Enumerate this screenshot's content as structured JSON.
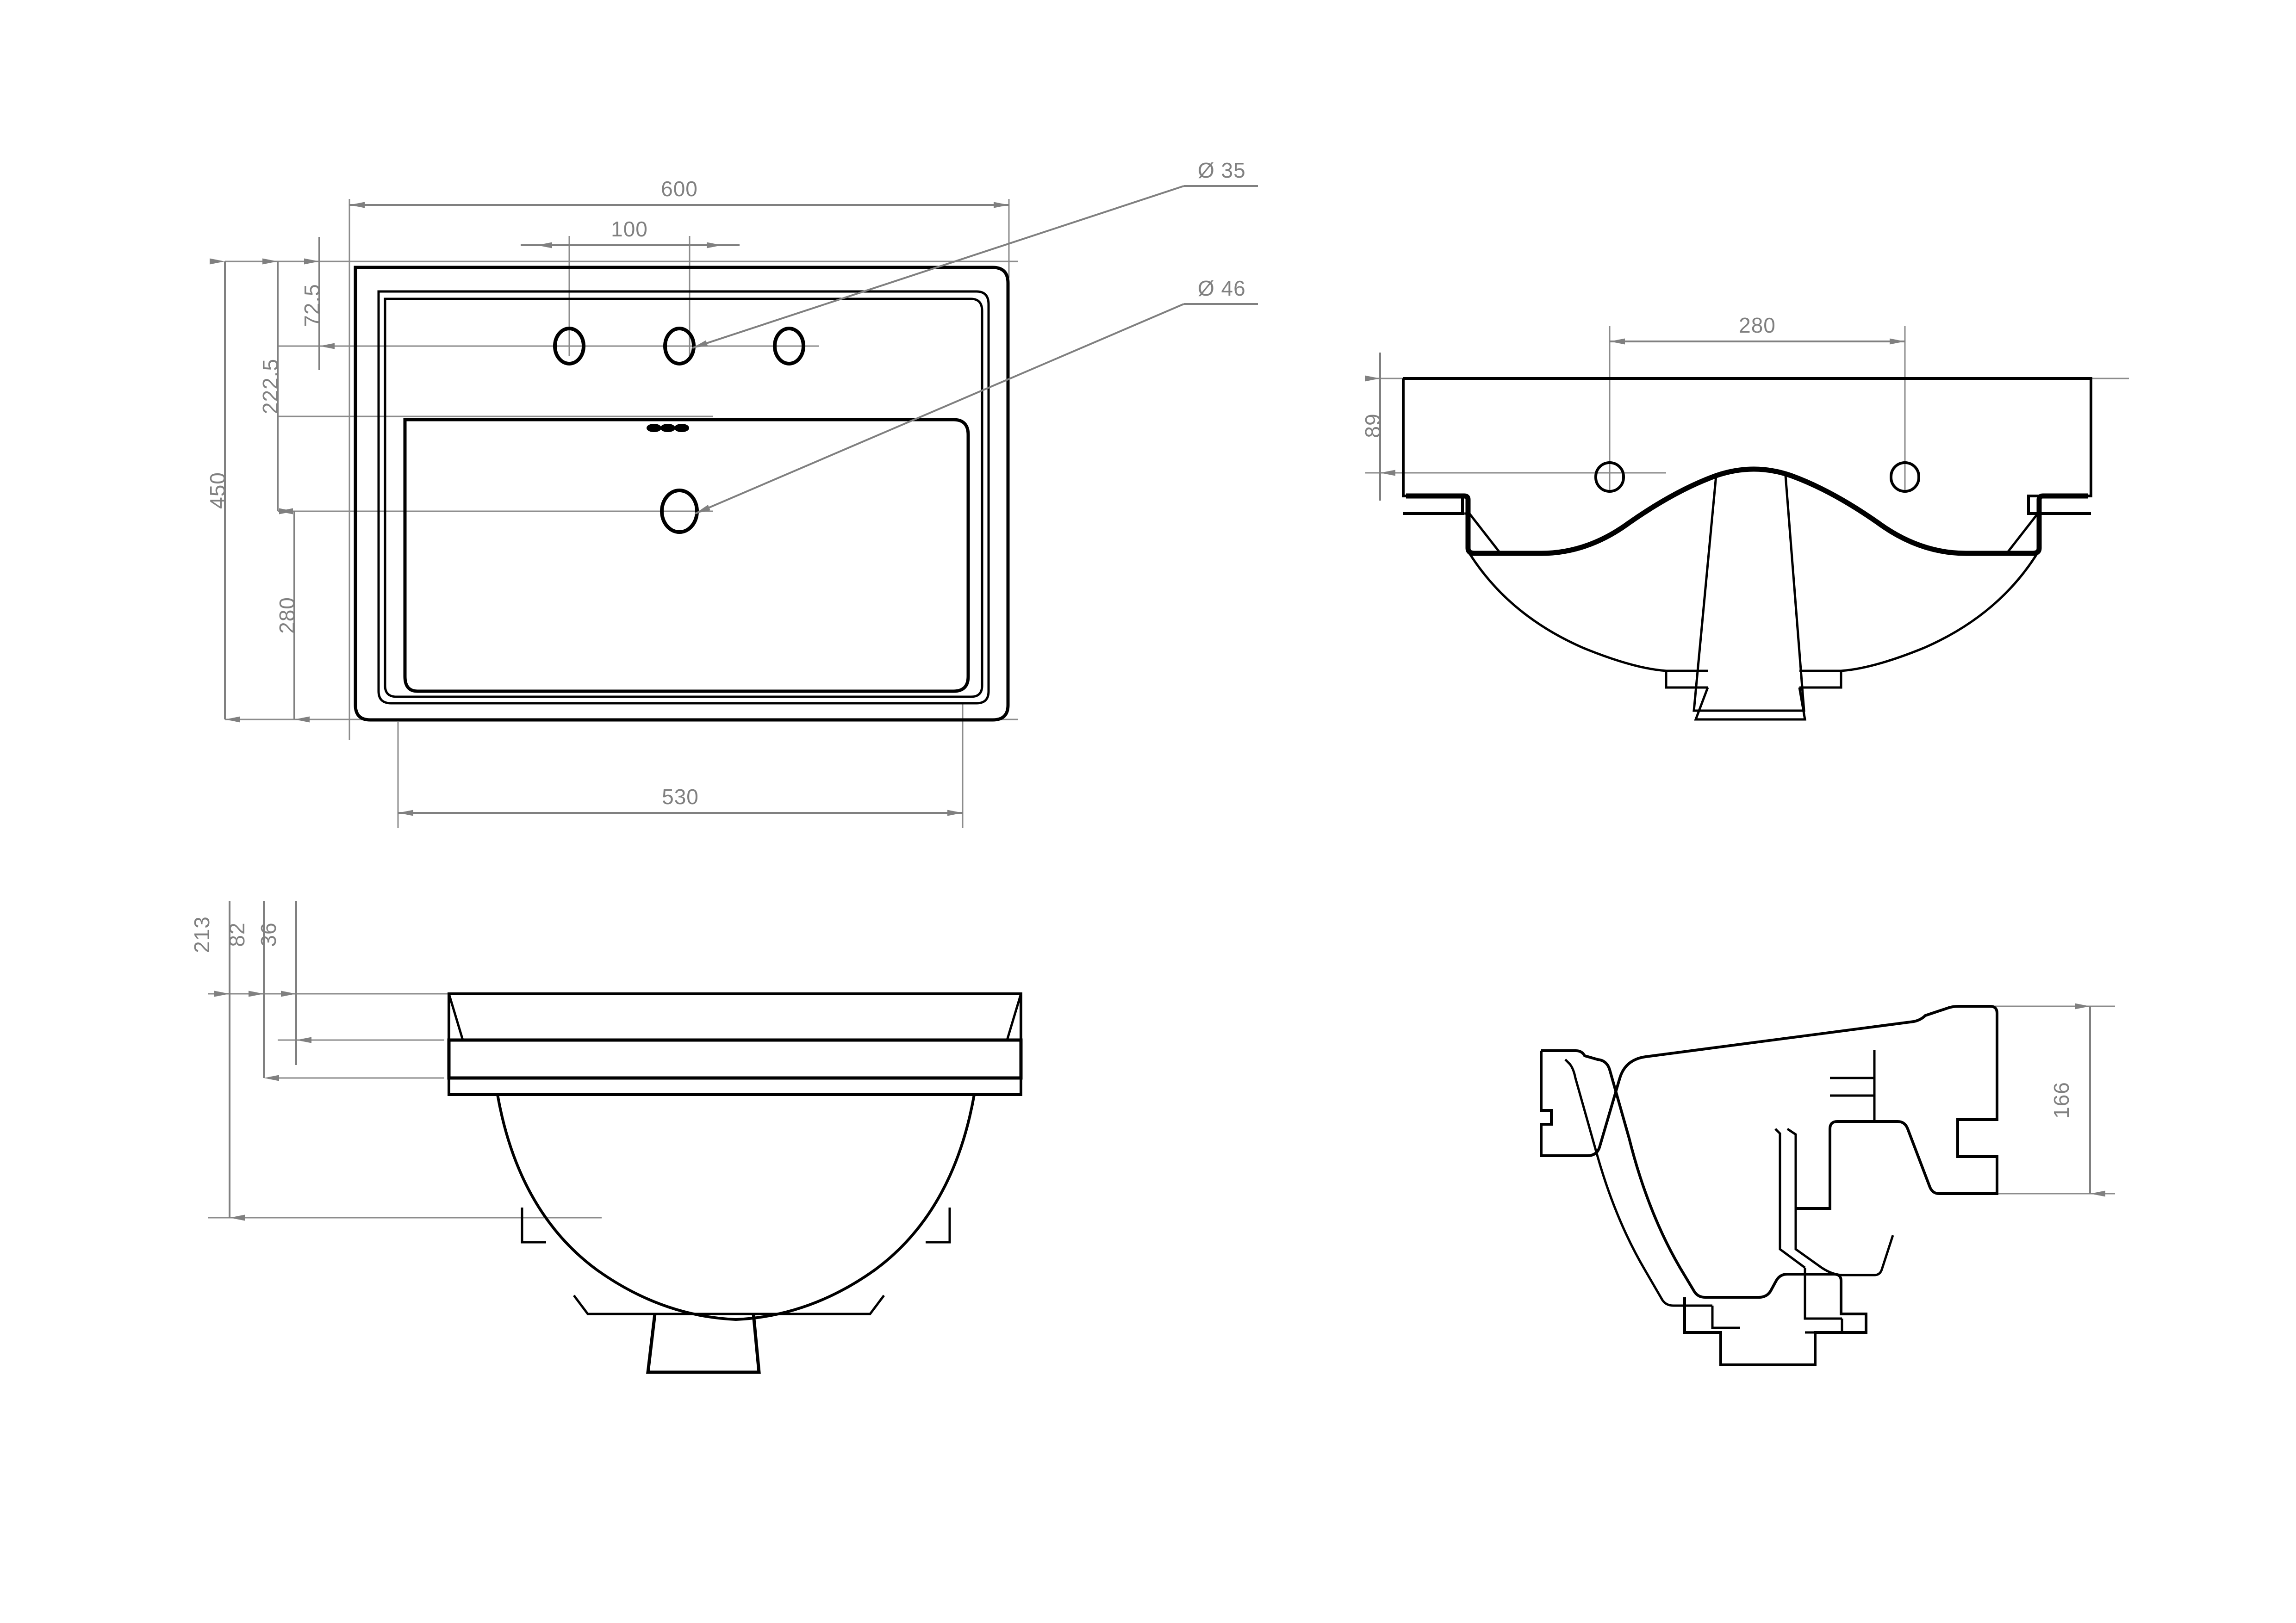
{
  "drawing": {
    "type": "technical-drawing",
    "subject": "bathroom washbasin / vanity basin",
    "units": "mm",
    "background_color": "#ffffff",
    "outline_color": "#000000",
    "dimension_color": "#808080",
    "views": [
      {
        "id": "plan-view",
        "name": "top / plan view",
        "position": "top-left"
      },
      {
        "id": "front-section-view",
        "name": "front section view",
        "position": "top-right"
      },
      {
        "id": "front-elevation-view",
        "name": "front elevation view",
        "position": "bottom-left"
      },
      {
        "id": "side-section-view",
        "name": "side section view",
        "position": "bottom-right"
      }
    ]
  },
  "plan_view": {
    "dimensions": {
      "overall_width": "600",
      "tap_hole_spacing": "100",
      "overall_depth": "450",
      "back_to_drain_axis": "222.5",
      "back_to_tap_axis": "72.5",
      "drain_to_front": "280",
      "bowl_width": "530"
    },
    "callouts": {
      "tap_hole_diameter": "Ø 35",
      "drain_hole_diameter": "Ø 46"
    },
    "features": {
      "tap_holes_count": 3,
      "overflow_slots_count": 3,
      "drain_holes_count": 1
    }
  },
  "front_section_view": {
    "dimensions": {
      "tap_hole_spread": "280",
      "deck_height": "89"
    }
  },
  "front_elevation_view": {
    "dimensions": {
      "overall_height": "213",
      "rim_to_underside": "82",
      "rim_thickness": "36"
    }
  },
  "side_section_view": {
    "dimensions": {
      "body_height": "166"
    }
  }
}
